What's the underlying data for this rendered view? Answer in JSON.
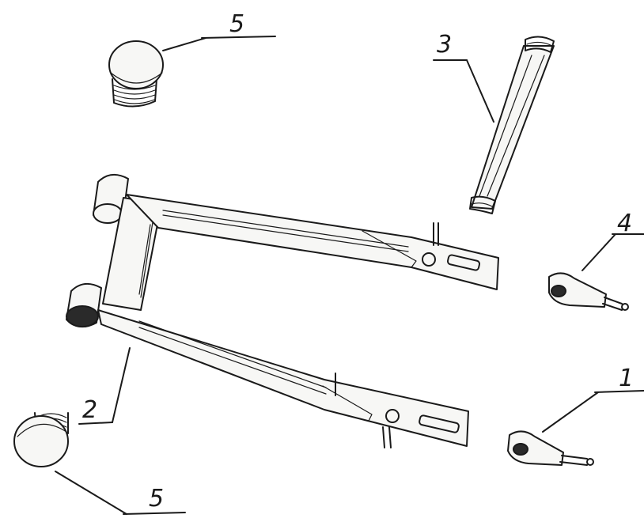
{
  "callouts": {
    "top_left": "5",
    "top_pipe": "3",
    "right_upper": "4",
    "right_lower": "1",
    "bottom_arm": "2",
    "bottom_left": "5"
  }
}
